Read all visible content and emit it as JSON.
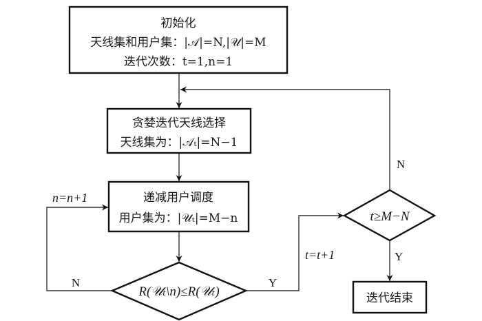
{
  "nodes": {
    "init": {
      "title": "初始化",
      "line2": "天线集和用户集：|𝒜|=N,|𝒰|=M",
      "line3": "迭代次数：t=1,n=1"
    },
    "greedy": {
      "title": "贪婪迭代天线选择",
      "line2": "天线集为：|𝒜ₜ|=N−1"
    },
    "decrement": {
      "title": "递减用户调度",
      "line2": "用户集为：|𝒰ₜ|=M−n"
    },
    "decision_rate": {
      "text": "R(𝒰ₜ\\n)≤R(𝒰ₜ)"
    },
    "decision_iter": {
      "text": "t≥M−N"
    },
    "end": {
      "title": "迭代结束"
    }
  },
  "edge_labels": {
    "rate_no": "N",
    "rate_yes": "Y",
    "n_increment": "n=n+1",
    "t_increment": "t=t+1",
    "iter_no": "N",
    "iter_yes": "Y"
  }
}
